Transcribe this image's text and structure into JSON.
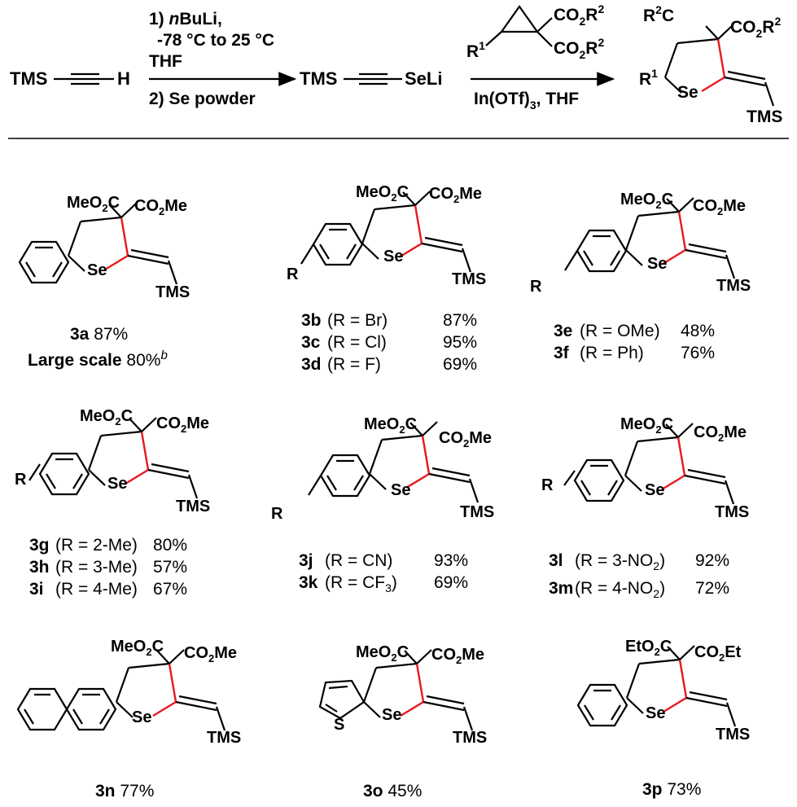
{
  "scheme": {
    "reagent": "TMS",
    "h": "H",
    "step1_num": "1)",
    "step1_reagent_italic": "n",
    "step1_reagent": "BuLi,",
    "step1_temp": "-78 °C to 25 °C",
    "step1_solvent": "THF",
    "step2": "2) Se powder",
    "intermediate_tms": "TMS",
    "intermediate_seli": "SeLi",
    "catalyst": "In(OTf)",
    "catalyst_sub": "3",
    "catalyst_tail": ", THF",
    "general_r1": "R",
    "general_r1_sup": "1",
    "general_r2": "R",
    "general_r2_sup": "2"
  },
  "products": [
    {
      "id": "3a",
      "lines": [
        {
          "label": "3a",
          "yield": "87%"
        }
      ],
      "extra": {
        "label": "Large scale",
        "yield": "80%",
        "note": "b"
      }
    },
    {
      "id": "3b-3d",
      "lines": [
        {
          "label": "3b",
          "r": "(R = Br)",
          "yield": "87%"
        },
        {
          "label": "3c",
          "r": "(R = Cl)",
          "yield": "95%"
        },
        {
          "label": "3d",
          "r": "(R = F)",
          "yield": "69%"
        }
      ]
    },
    {
      "id": "3e-3f",
      "lines": [
        {
          "label": "3e",
          "r": "(R = OMe)",
          "yield": "48%"
        },
        {
          "label": "3f",
          "r": "(R = Ph)",
          "yield": "76%"
        }
      ]
    },
    {
      "id": "3g-3i",
      "lines": [
        {
          "label": "3g",
          "r": "(R = 2-Me)",
          "yield": "80%"
        },
        {
          "label": "3h",
          "r": "(R = 3-Me)",
          "yield": "57%"
        },
        {
          "label": "3i",
          "r": "(R = 4-Me)",
          "yield": "67%"
        }
      ]
    },
    {
      "id": "3j-3k",
      "lines": [
        {
          "label": "3j",
          "r": "(R = CN)",
          "yield": "93%"
        },
        {
          "label": "3k",
          "r_pre": "(R = CF",
          "r_sub": "3",
          "r_post": ")",
          "yield": "69%"
        }
      ]
    },
    {
      "id": "3l-3m",
      "lines": [
        {
          "label": "3l",
          "r_pre": "(R = 3-NO",
          "r_sub": "2",
          "r_post": ")",
          "yield": "92%"
        },
        {
          "label": "3m",
          "r_pre": "(R = 4-NO",
          "r_sub": "2",
          "r_post": ")",
          "yield": "72%"
        }
      ]
    },
    {
      "id": "3n",
      "lines": [
        {
          "label": "3n",
          "yield": "77%"
        }
      ]
    },
    {
      "id": "3o",
      "lines": [
        {
          "label": "3o",
          "yield": "45%"
        }
      ]
    },
    {
      "id": "3p",
      "lines": [
        {
          "label": "3p",
          "yield": "73%"
        }
      ]
    }
  ],
  "atoms": {
    "se": "Se",
    "tms": "TMS",
    "s": "S",
    "r": "R",
    "meo2c": "MeO",
    "eto2c": "EtO",
    "co2me": "CO",
    "me": "Me",
    "et": "Et",
    "o2c_tail": "C",
    "sub2": "2"
  }
}
